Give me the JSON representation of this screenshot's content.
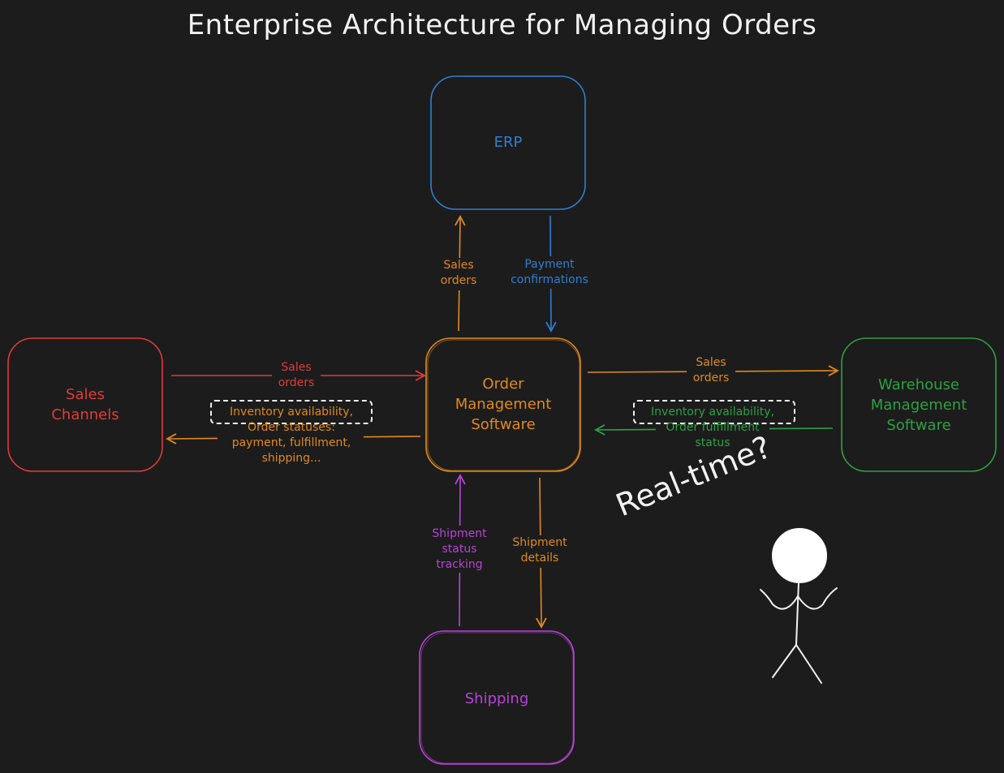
{
  "title": "Enterprise Architecture for Managing Orders",
  "colors": {
    "background": "#1c1c1c",
    "erp": "#2f7fd3",
    "oms": "#e08a1e",
    "sales": "#e03b3b",
    "warehouse": "#2ea043",
    "shipping": "#b844d6",
    "text": "#f2f2f2"
  },
  "nodes": {
    "erp": "ERP",
    "oms": [
      "Order",
      "Management",
      "Software"
    ],
    "sales_channels": [
      "Sales",
      "Channels"
    ],
    "warehouse": [
      "Warehouse",
      "Management",
      "Software"
    ],
    "shipping": "Shipping"
  },
  "edges": {
    "oms_to_erp": [
      "Sales",
      "orders"
    ],
    "erp_to_oms": [
      "Payment",
      "confirmations"
    ],
    "sales_to_oms": [
      "Sales",
      "orders"
    ],
    "oms_to_sales": [
      "Inventory availability,",
      "Order statuses:",
      "payment, fulfillment,",
      "shipping..."
    ],
    "oms_to_wms": [
      "Sales",
      "orders"
    ],
    "wms_to_oms": [
      "Inventory availability,",
      "Order fulfillment",
      "status"
    ],
    "shipping_to_oms": [
      "Shipment",
      "status",
      "tracking"
    ],
    "oms_to_shipping": [
      "Shipment",
      "details"
    ]
  },
  "annotation": "Real-time?",
  "icons": [
    "stick-figure-shrug-icon"
  ]
}
